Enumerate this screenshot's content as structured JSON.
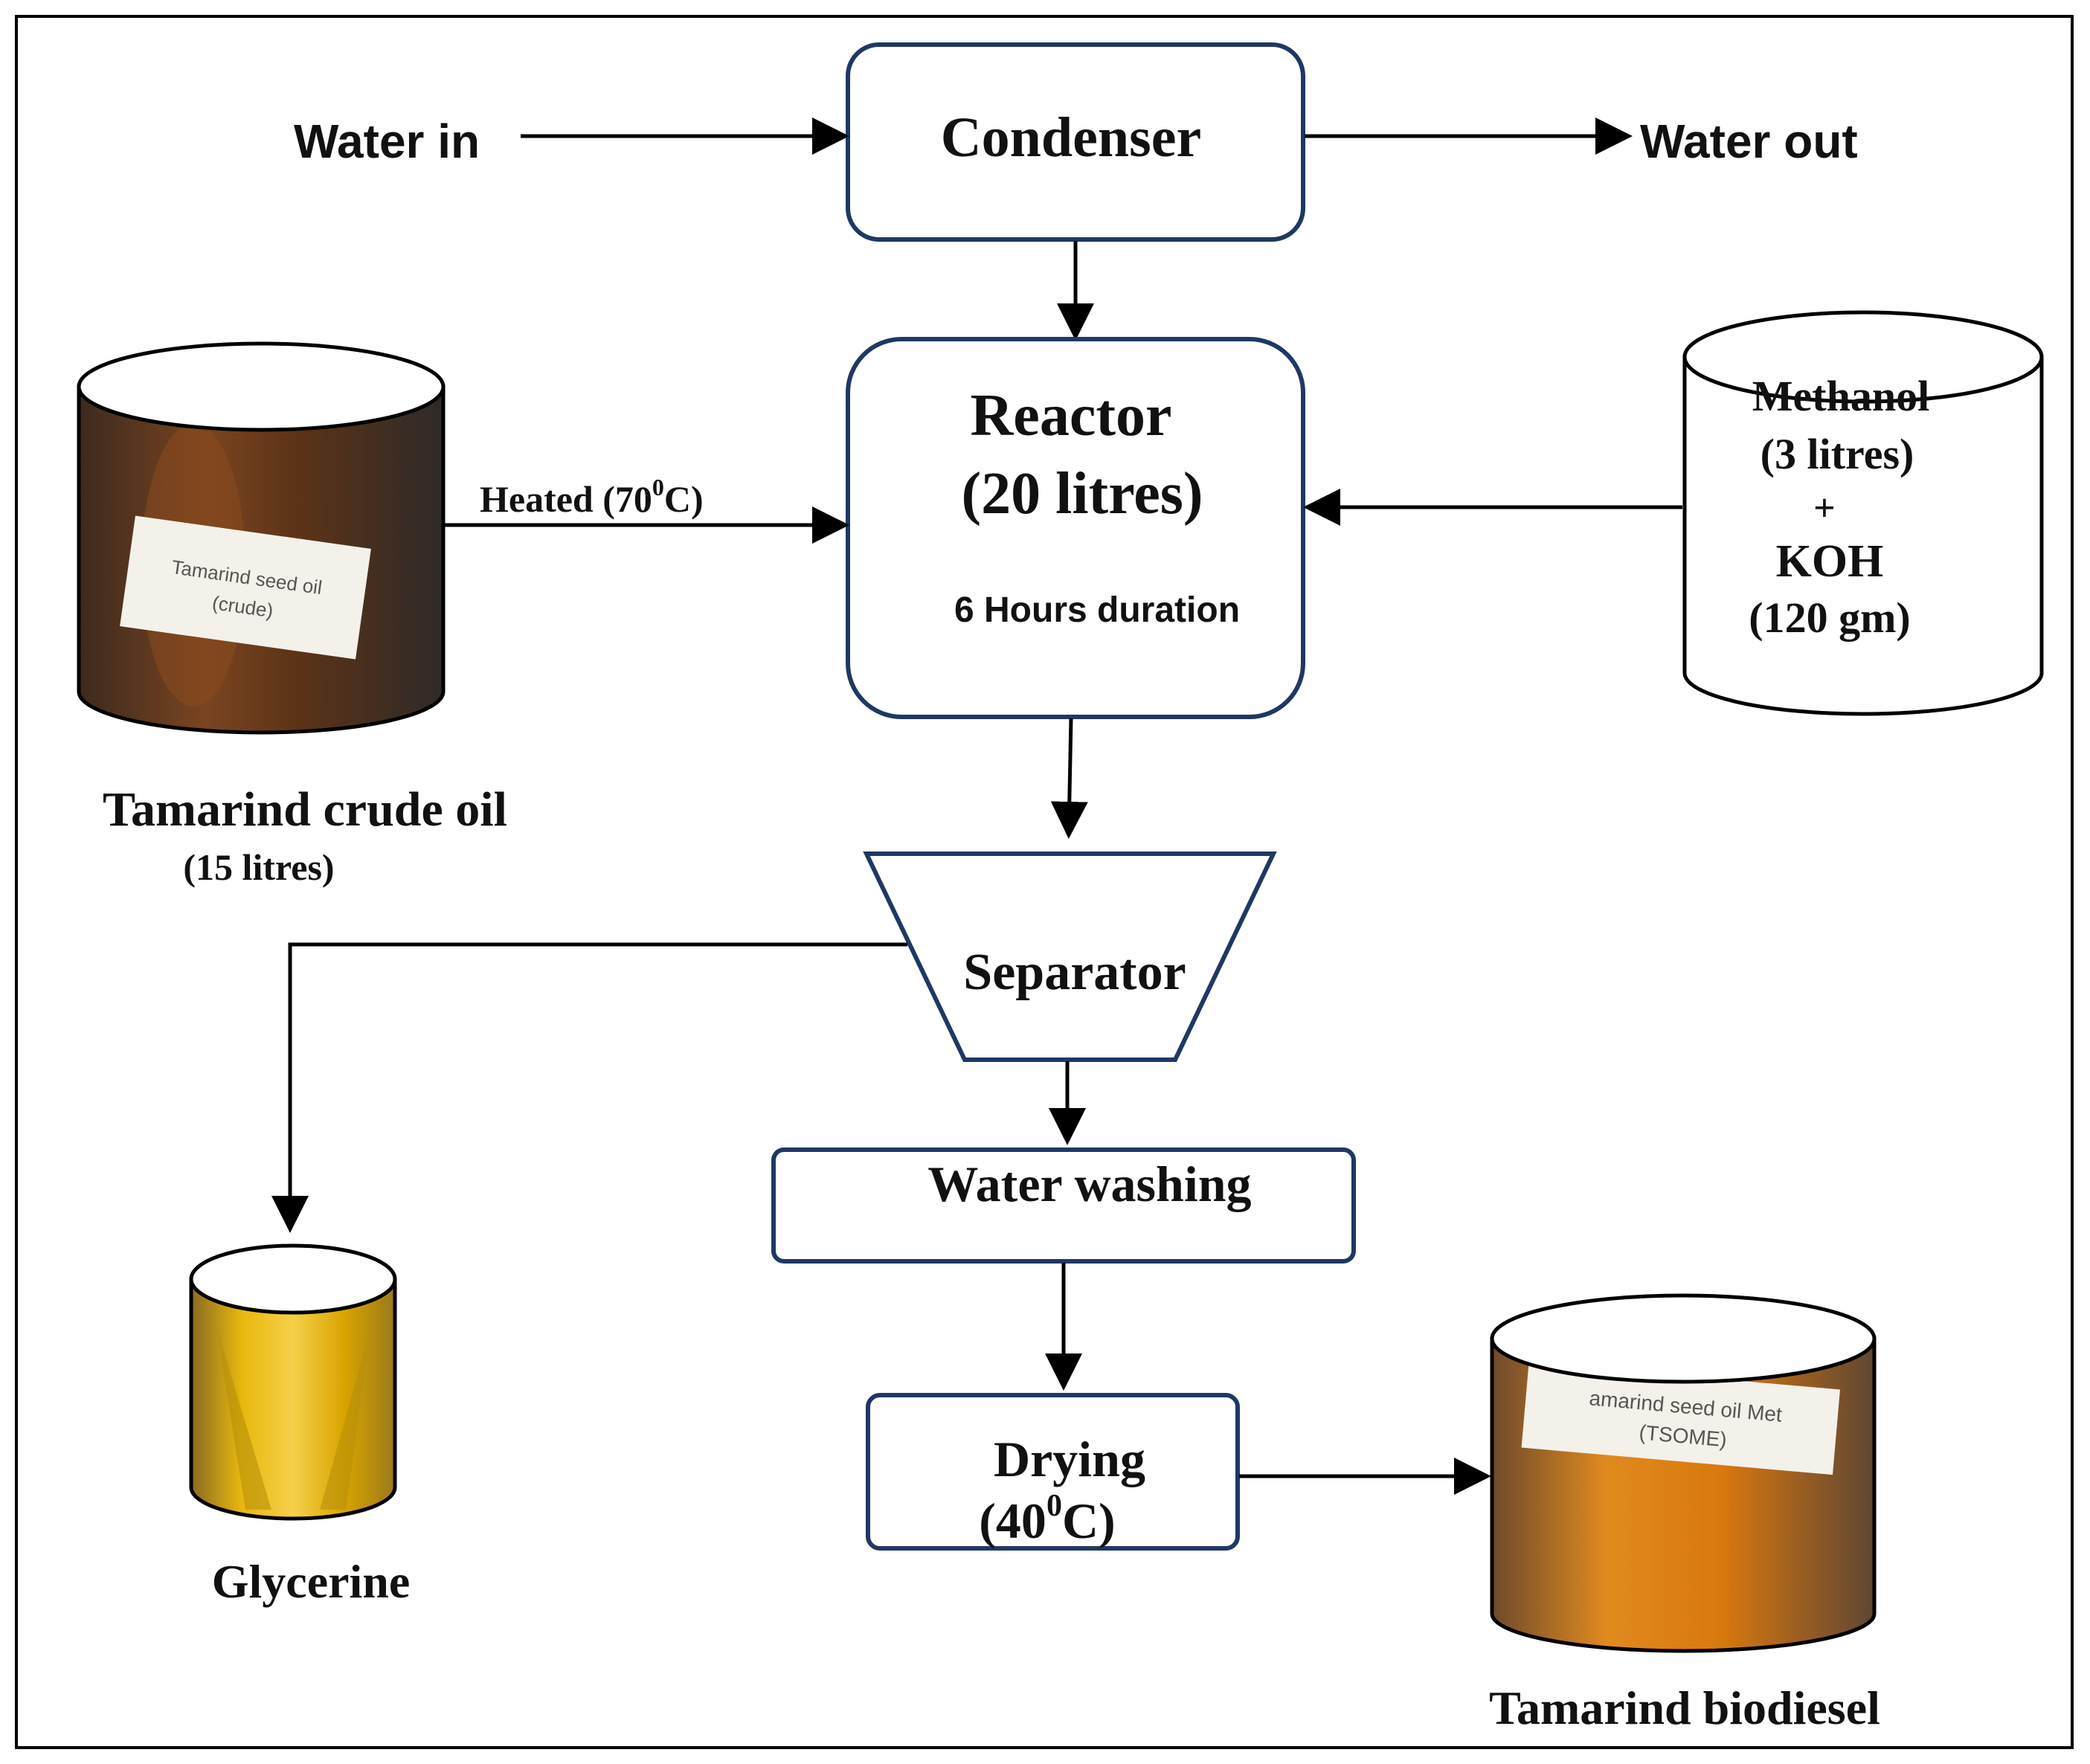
{
  "nodes": {
    "condenser": "Condenser",
    "reactor_line1": "Reactor",
    "reactor_line2": "(20 litres)",
    "reactor_duration": "6 Hours duration",
    "separator": "Separator",
    "water_washing": "Water washing",
    "drying_line1": "Drying",
    "drying_line2_pre": "(40",
    "drying_line2_sup": "0",
    "drying_line2_post": "C)"
  },
  "inputs": {
    "water_in": "Water in",
    "water_out": "Water out",
    "heated_pre": "Heated (70",
    "heated_sup": "0",
    "heated_post": "C)",
    "methanol_line1": "Methanol",
    "methanol_line2": "(3 litres)",
    "methanol_plus": "+",
    "methanol_line3": "KOH",
    "methanol_line4": "(120 gm)"
  },
  "vessels": {
    "crude_oil_label": "Tamarind crude oil",
    "crude_oil_volume": "(15 litres)",
    "crude_bottle_text_1": "Tamarind seed oil",
    "crude_bottle_text_2": "(crude)",
    "glycerine_label": "Glycerine",
    "biodiesel_label": "Tamarind biodiesel",
    "biodiesel_bottle_text_1": "amarind seed oil Met",
    "biodiesel_bottle_text_2": "(TSOME)"
  },
  "colors": {
    "box_border": "#1f3864",
    "crude_oil": "#6b3a1a",
    "glycerine": "#d9a400",
    "biodiesel": "#d9780f"
  }
}
